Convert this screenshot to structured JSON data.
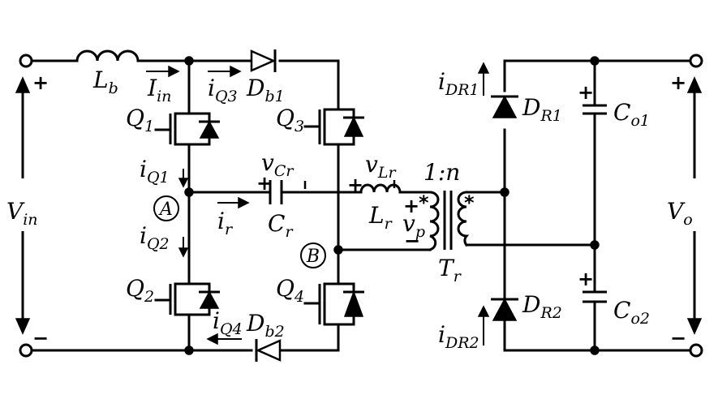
{
  "labels": {
    "Lb": {
      "main": "L",
      "sub": "b"
    },
    "Iin": {
      "main": "I",
      "sub": "in"
    },
    "iQ3": {
      "main": "i",
      "sub": "Q3"
    },
    "Db1": {
      "main": "D",
      "sub": "b1"
    },
    "Q1": {
      "main": "Q",
      "sub": "1"
    },
    "Q3": {
      "main": "Q",
      "sub": "3"
    },
    "iQ1": {
      "main": "i",
      "sub": "Q1"
    },
    "vCr": {
      "main": "v",
      "sub": "Cr"
    },
    "vLr": {
      "main": "v",
      "sub": "Lr"
    },
    "ratio": "1:n",
    "Vin": {
      "main": "V",
      "sub": "in"
    },
    "nodeA": "A",
    "nodeB": "B",
    "ir": {
      "main": "i",
      "sub": "r"
    },
    "Cr": {
      "main": "C",
      "sub": "r"
    },
    "Lr": {
      "main": "L",
      "sub": "r"
    },
    "vp": {
      "main": "v",
      "sub": "p"
    },
    "Tr": {
      "main": "T",
      "sub": "r"
    },
    "iQ2": {
      "main": "i",
      "sub": "Q2"
    },
    "Q2": {
      "main": "Q",
      "sub": "2"
    },
    "Q4": {
      "main": "Q",
      "sub": "4"
    },
    "iQ4": {
      "main": "i",
      "sub": "Q4"
    },
    "Db2": {
      "main": "D",
      "sub": "b2"
    },
    "iDR1": {
      "main": "i",
      "sub": "DR1"
    },
    "DR1": {
      "main": "D",
      "sub": "R1"
    },
    "Co1": {
      "main": "C",
      "sub": "o1"
    },
    "Vo": {
      "main": "V",
      "sub": "o"
    },
    "DR2": {
      "main": "D",
      "sub": "R2"
    },
    "Co2": {
      "main": "C",
      "sub": "o2"
    },
    "iDR2": {
      "main": "i",
      "sub": "DR2"
    }
  },
  "signs": {
    "plus": "+",
    "minus": "−",
    "dot": "*"
  }
}
